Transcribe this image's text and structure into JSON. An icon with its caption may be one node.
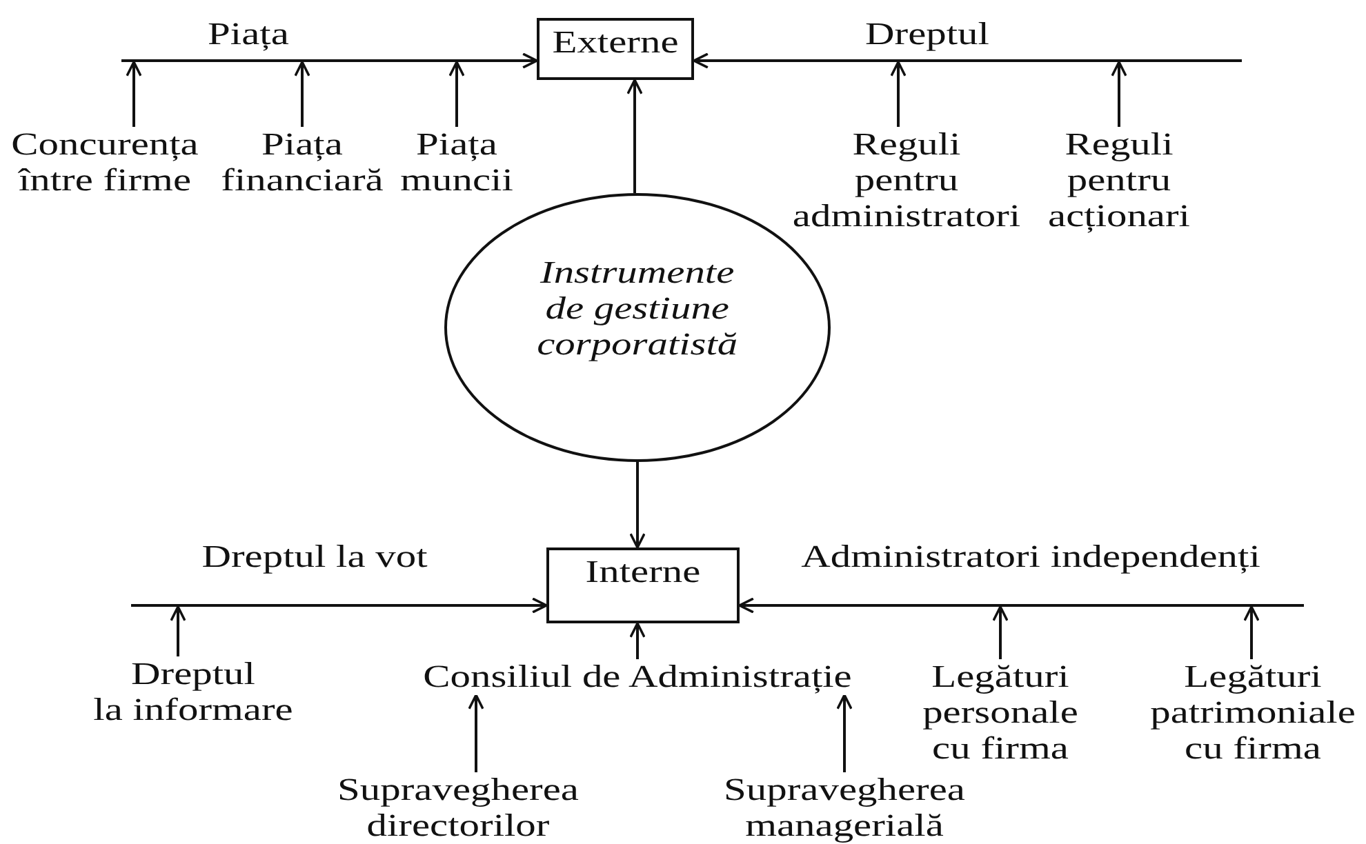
{
  "diagram": {
    "nodes": [
      {
        "text": [
          "Externe"
        ]
      },
      {
        "text": [
          "Interne"
        ]
      },
      {
        "text": [
          "Instrumente de gestiune corporatistă"
        ]
      },
      {
        "text": [
          "Concurența între firme"
        ]
      },
      {
        "text": [
          "Piața financiară"
        ]
      },
      {
        "text": [
          "Piața muncii"
        ]
      },
      {
        "text": [
          "Reguli pentru administratori"
        ]
      },
      {
        "text": [
          "Reguli pentru acționari"
        ]
      },
      {
        "text": [
          "Dreptul la informare"
        ]
      },
      {
        "text": [
          "Consiliul de Administrație"
        ]
      },
      {
        "text": [
          "Supravegherea directorilor"
        ]
      },
      {
        "text": [
          "Supravegherea managerială"
        ]
      },
      {
        "text": [
          "Legături personale cu firma"
        ]
      },
      {
        "text": [
          "Legături patrimoniale cu firma"
        ]
      }
    ],
    "edges": [
      {
        "from": null,
        "to": 0,
        "arrow": "to",
        "label": "Piața"
      },
      {
        "from": null,
        "to": 0,
        "arrow": "to",
        "label": "Dreptul"
      },
      {
        "from": 3,
        "to": null,
        "arrow": "to"
      },
      {
        "from": 4,
        "to": null,
        "arrow": "to"
      },
      {
        "from": 5,
        "to": null,
        "arrow": "to"
      },
      {
        "from": 6,
        "to": null,
        "arrow": "to"
      },
      {
        "from": 7,
        "to": null,
        "arrow": "to"
      },
      {
        "from": 2,
        "to": 0,
        "arrow": "to"
      },
      {
        "from": 2,
        "to": 1,
        "arrow": "to"
      },
      {
        "from": null,
        "to": 1,
        "arrow": "to",
        "label": "Dreptul la vot"
      },
      {
        "from": null,
        "to": 1,
        "arrow": "to",
        "label": "Administratori independenți"
      },
      {
        "from": 8,
        "to": null,
        "arrow": "to"
      },
      {
        "from": 9,
        "to": 1,
        "arrow": "to"
      },
      {
        "from": 10,
        "to": 9,
        "arrow": "to"
      },
      {
        "from": 11,
        "to": 9,
        "arrow": "to"
      },
      {
        "from": 12,
        "to": null,
        "arrow": "to"
      },
      {
        "from": 13,
        "to": null,
        "arrow": "to"
      }
    ]
  }
}
